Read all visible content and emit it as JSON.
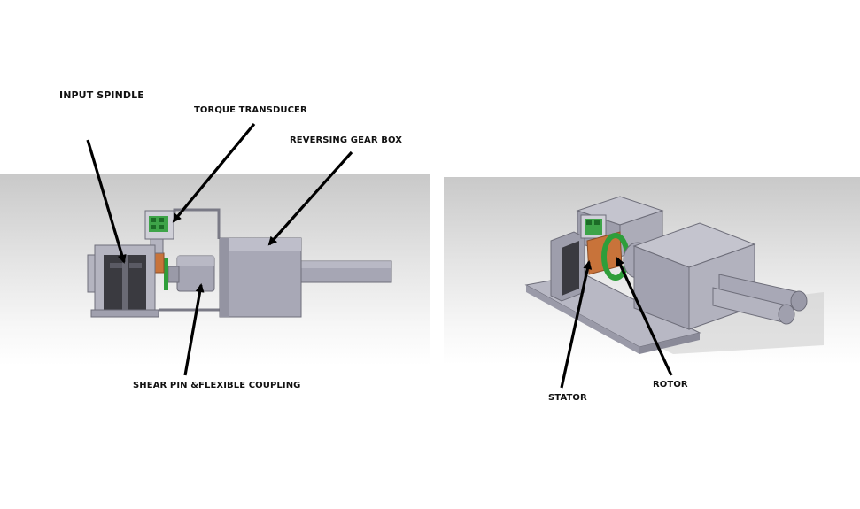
{
  "labels": {
    "input_spindle": "INPUT SPINDLE",
    "torque_transducer": "TORQUE TRANSDUCER",
    "reversing_gear_box": "REVERSING GEAR BOX",
    "shear_pin": "SHEAR PIN &FLEXIBLE COUPLING",
    "stator": "STATOR",
    "rotor": "ROTOR"
  },
  "colors": {
    "metal_light": "#b4b4c0",
    "metal_mid": "#9a9aa8",
    "metal_dark": "#6e6e7a",
    "spindle_dark": "#2f2f34",
    "ring_green": "#2e9e3a",
    "transducer_orange": "#c8733a",
    "arrow": "#000000"
  }
}
